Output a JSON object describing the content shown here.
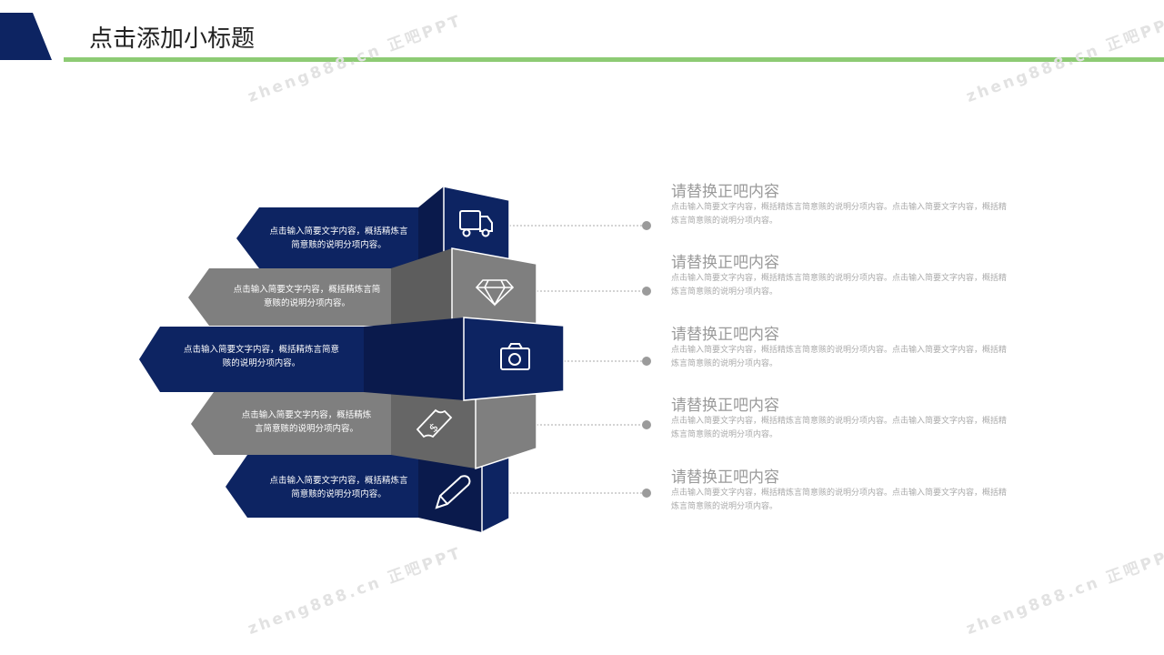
{
  "header": {
    "title": "点击添加小标题"
  },
  "watermark": "zheng888.cn 正吧PPT",
  "colors": {
    "navy": "#0d2462",
    "navy_dark": "#0a1a4c",
    "gray": "#7f7f7f",
    "gray_dark": "#5d5d5d",
    "green": "#8dcb74"
  },
  "items": [
    {
      "arrow_text": "点击输入简要文字内容，概括精炼言简意赅的说明分项内容。",
      "icon": "truck-icon",
      "title": "请替换正吧内容",
      "body": "点击输入简要文字内容，概括精炼言简意赅的说明分项内容。点击输入简要文字内容，概括精炼言简意赅的说明分项内容。"
    },
    {
      "arrow_text": "点击输入简要文字内容，概括精炼言简意赅的说明分项内容。",
      "icon": "diamond-icon",
      "title": "请替换正吧内容",
      "body": "点击输入简要文字内容，概括精炼言简意赅的说明分项内容。点击输入简要文字内容，概括精炼言简意赅的说明分项内容。"
    },
    {
      "arrow_text": "点击输入简要文字内容，概括精炼言简意赅的说明分项内容。",
      "icon": "camera-icon",
      "title": "请替换正吧内容",
      "body": "点击输入简要文字内容，概括精炼言简意赅的说明分项内容。点击输入简要文字内容，概括精炼言简意赅的说明分项内容。"
    },
    {
      "arrow_text": "点击输入简要文字内容，概括精炼言简意赅的说明分项内容。",
      "icon": "money-icon",
      "title": "请替换正吧内容",
      "body": "点击输入简要文字内容，概括精炼言简意赅的说明分项内容。点击输入简要文字内容，概括精炼言简意赅的说明分项内容。"
    },
    {
      "arrow_text": "点击输入简要文字内容，概括精炼言简意赅的说明分项内容。",
      "icon": "pencil-icon",
      "title": "请替换正吧内容",
      "body": "点击输入简要文字内容，概括精炼言简意赅的说明分项内容。点击输入简要文字内容，概括精炼言简意赅的说明分项内容。"
    }
  ]
}
